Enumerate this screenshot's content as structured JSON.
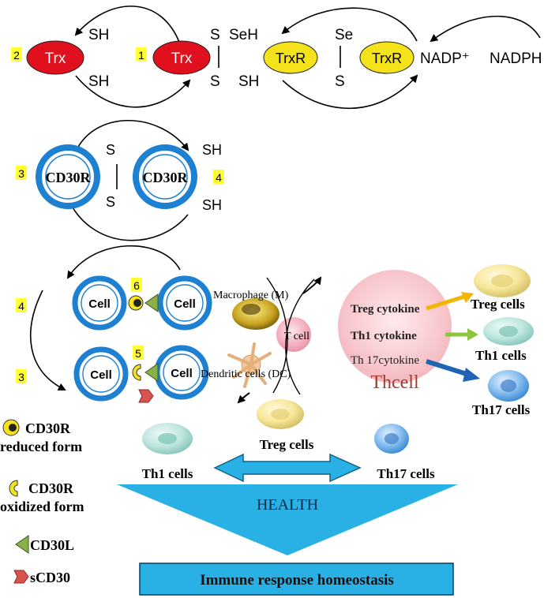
{
  "redox": {
    "trx": "Trx",
    "trxr": "TrxR",
    "sh": "SH",
    "s": "S",
    "seh": "SeH",
    "se": "Se",
    "nadp": "NADP⁺",
    "nadph": "NADPH",
    "step1": "1",
    "step2": "2"
  },
  "cd30r": {
    "label": "CD30R",
    "step3": "3",
    "step4": "4"
  },
  "cells": {
    "cell": "Cell",
    "step3": "3",
    "step4": "4",
    "step5": "5",
    "step6": "6",
    "macrophage": "Macrophage (M)",
    "t_cell": "T cell",
    "dendritic": "Dendritic cells (DC)"
  },
  "thcell": {
    "treg_cytokine": "Treg cytokine",
    "th1_cytokine": "Th1  cytokine",
    "th17_cytokine": "Th 17cytokine",
    "title": "Thcell",
    "treg_cells": "Treg cells",
    "th1_cells": "Th1  cells",
    "th17_cells": "Th17 cells"
  },
  "health": {
    "treg_cells": "Treg cells",
    "th1_cells": "Th1 cells",
    "th17_cells": "Th17 cells",
    "health_label": "HEALTH",
    "homeostasis": "Immune response homeostasis"
  },
  "legend": {
    "cd30r_reduced_line1": "CD30R",
    "cd30r_reduced_line2": "reduced form",
    "cd30r_oxidized_line1": "CD30R",
    "cd30r_oxidized_line2": "oxidized form",
    "cd30l": "CD30L",
    "scd30": "sCD30"
  },
  "colors": {
    "trx_red": "#e0101e",
    "trxr_yellow": "#f4e21a",
    "ring_blue": "#1d80d0",
    "badge_yellow": "#ffff33",
    "triangle_blue": "#29b1e6",
    "thcell_red": "#a83a2e"
  }
}
